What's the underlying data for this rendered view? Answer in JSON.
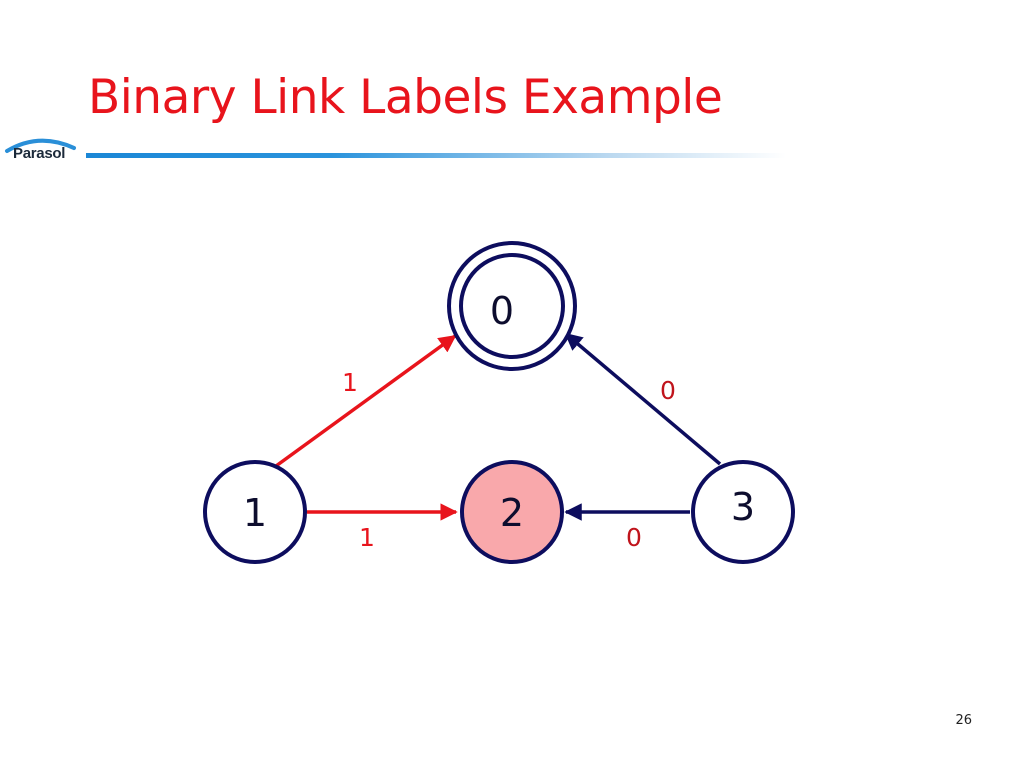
{
  "slide": {
    "title": "Binary Link Labels Example",
    "logo_text": "Parasol",
    "page_number": "26"
  },
  "diagram": {
    "nodes": [
      {
        "id": "0",
        "label": "0",
        "accepting": true,
        "fill": "#ffffff"
      },
      {
        "id": "1",
        "label": "1",
        "accepting": false,
        "fill": "#ffffff"
      },
      {
        "id": "2",
        "label": "2",
        "accepting": false,
        "fill": "#f9a8ab"
      },
      {
        "id": "3",
        "label": "3",
        "accepting": false,
        "fill": "#ffffff"
      }
    ],
    "edges": [
      {
        "from": "1",
        "to": "0",
        "label": "1",
        "color": "#e8141c"
      },
      {
        "from": "1",
        "to": "2",
        "label": "1",
        "color": "#e8141c"
      },
      {
        "from": "3",
        "to": "0",
        "label": "0",
        "color": "#0d0d5e"
      },
      {
        "from": "3",
        "to": "2",
        "label": "0",
        "color": "#0d0d5e"
      }
    ]
  },
  "colors": {
    "title": "#e8141c",
    "node_stroke": "#0d0d5e",
    "edge_label_red": "#e8141c",
    "edge_label_navy": "#c0141c"
  }
}
